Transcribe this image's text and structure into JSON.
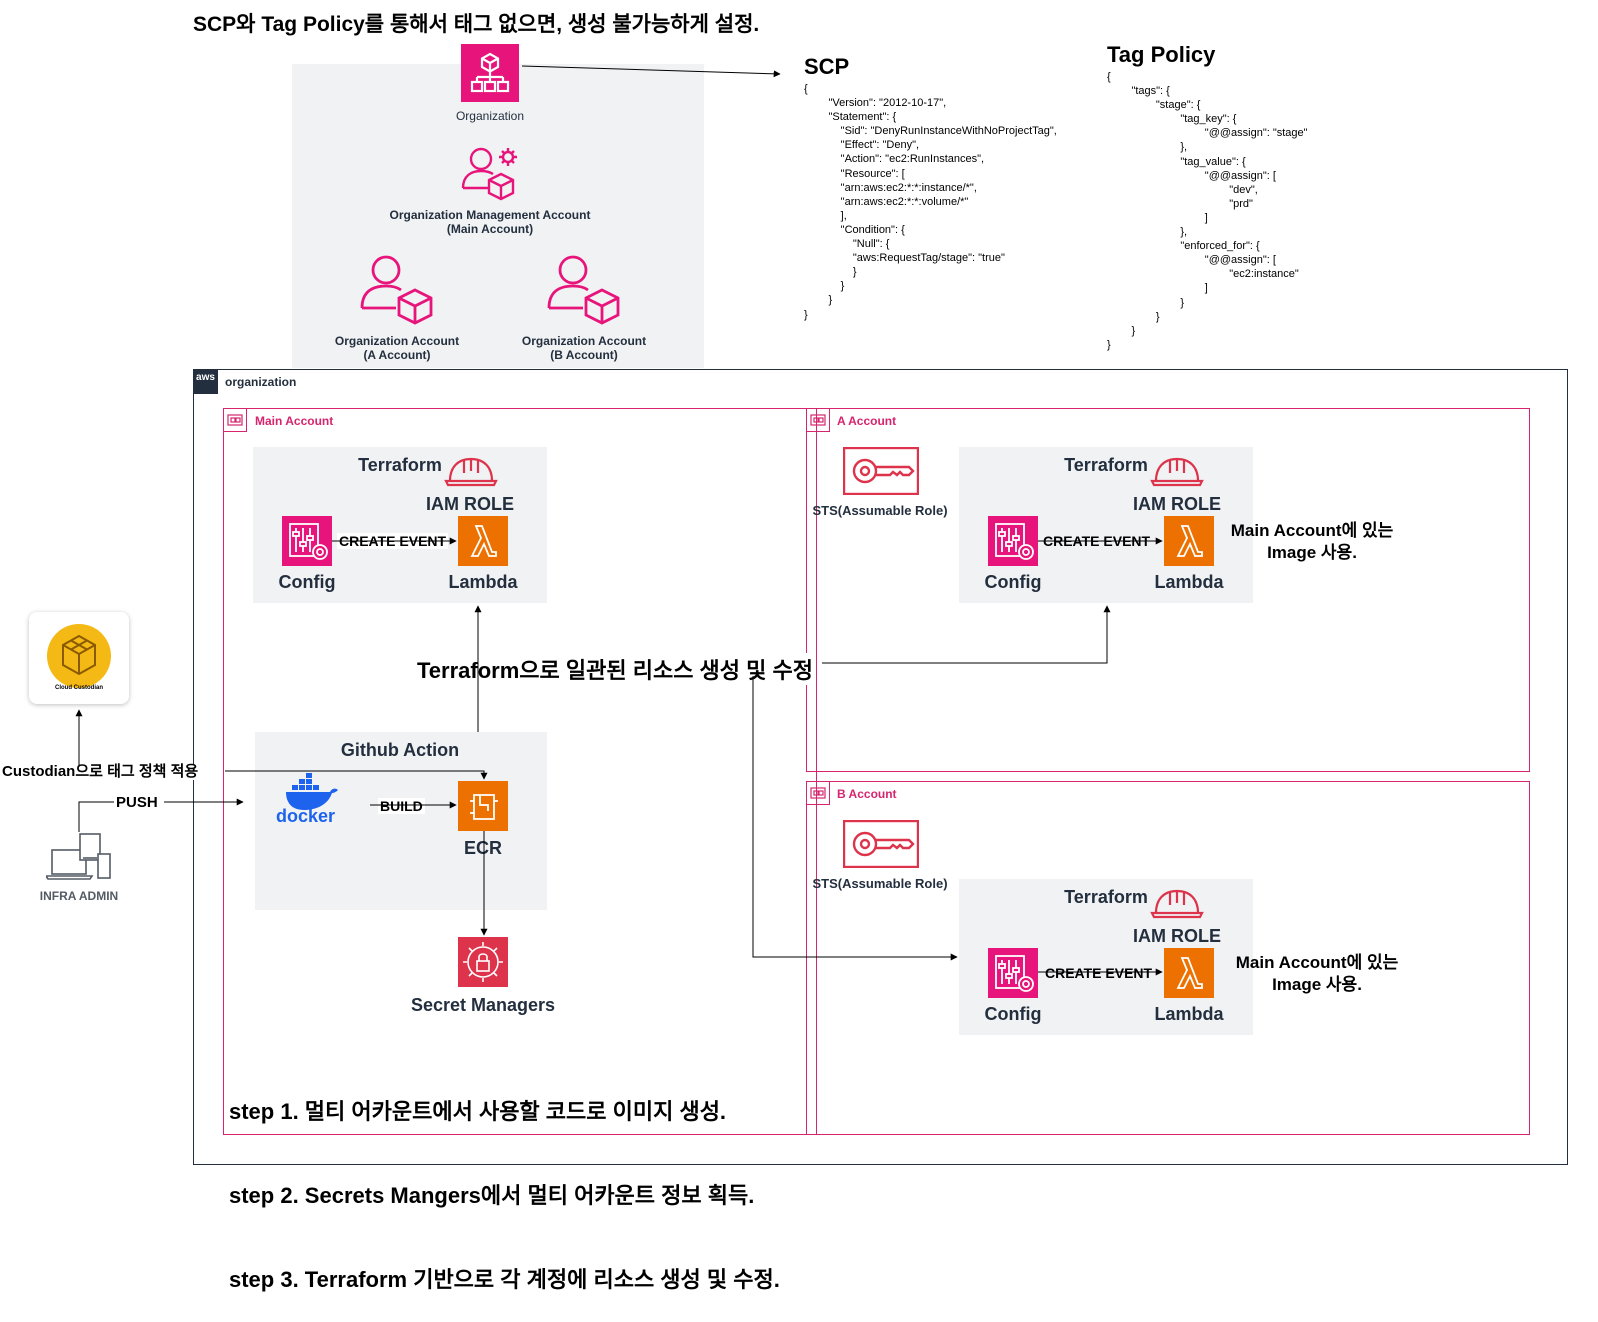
{
  "title": "SCP와 Tag Policy를 통해서 태그 없으면, 생성 불가능하게 설정.",
  "top_org": {
    "organization_label": "Organization",
    "mgmt_label_1": "Organization Management Account",
    "mgmt_label_2": "(Main Account)",
    "acct_a_1": "Organization Account",
    "acct_a_2": "(A Account)",
    "acct_b_1": "Organization Account",
    "acct_b_2": "(B Account)"
  },
  "scp": {
    "heading": "SCP",
    "code": "{\n        \"Version\": \"2012-10-17\",\n        \"Statement\": {\n            \"Sid\": \"DenyRunInstanceWithNoProjectTag\",\n            \"Effect\": \"Deny\",\n            \"Action\": \"ec2:RunInstances\",\n            \"Resource\": [\n            \"arn:aws:ec2:*:*:instance/*\",\n            \"arn:aws:ec2:*:*:volume/*\"\n            ],\n            \"Condition\": {\n                \"Null\": {\n                \"aws:RequestTag/stage\": \"true\"\n                }\n            }\n        }\n}"
  },
  "tag_policy": {
    "heading": "Tag Policy",
    "code": "{\n        \"tags\": {\n                \"stage\": {\n                        \"tag_key\": {\n                                \"@@assign\": \"stage\"\n                        },\n                        \"tag_value\": {\n                                \"@@assign\": [\n                                        \"dev\",\n                                        \"prd\"\n                                ]\n                        },\n                        \"enforced_for\": {\n                                \"@@assign\": [\n                                        \"ec2:instance\"\n                                ]\n                        }\n                }\n        }\n}"
  },
  "organization_frame": {
    "label": "organization",
    "aws_badge": "aws"
  },
  "main_account": {
    "label": "Main Account",
    "terraform": "Terraform",
    "iam_role": "IAM ROLE",
    "config": "Config",
    "lambda": "Lambda",
    "create_event": "CREATE EVENT",
    "github_action": "Github Action",
    "docker": "docker",
    "build": "BUILD",
    "ecr": "ECR",
    "secret_managers": "Secret Managers"
  },
  "a_account": {
    "label": "A Account",
    "sts": "STS(Assumable Role)",
    "terraform": "Terraform",
    "iam_role": "IAM ROLE",
    "config": "Config",
    "lambda": "Lambda",
    "create_event": "CREATE  EVENT",
    "note_1": "Main Account에 있는",
    "note_2": "Image 사용."
  },
  "b_account": {
    "label": "B Account",
    "sts": "STS(Assumable Role)",
    "terraform": "Terraform",
    "iam_role": "IAM ROLE",
    "config": "Config",
    "lambda": "Lambda",
    "create_event": "CREATE EVENT",
    "note_1": "Main Account에 있는",
    "note_2": "Image 사용."
  },
  "terraform_banner": "Terraform으로 일관된 리소스 생성 및 수정",
  "custodian": {
    "logo_text": "Cloud Custodian",
    "policy_label": "Custodian으로 태그 정책 적용"
  },
  "infra_admin": {
    "label": "INFRA ADMIN",
    "push": "PUSH"
  },
  "steps": {
    "step1": "step 1. 멀티 어카운트에서 사용할 코드로 이미지 생성.",
    "step2": "step 2. Secrets Mangers에서 멀티 어카운트 정보 획득.",
    "step3": "step 3. Terraform 기반으로 각 계정에 리소스 생성 및 수정."
  },
  "colors": {
    "pink": "#e7157b",
    "orange": "#ed7100",
    "red": "#dd344c",
    "frame_pink": "#d6246e",
    "gray_box": "#f1f2f4",
    "docker_blue": "#1d63ed",
    "custodian_yellow": "#f5b915"
  }
}
